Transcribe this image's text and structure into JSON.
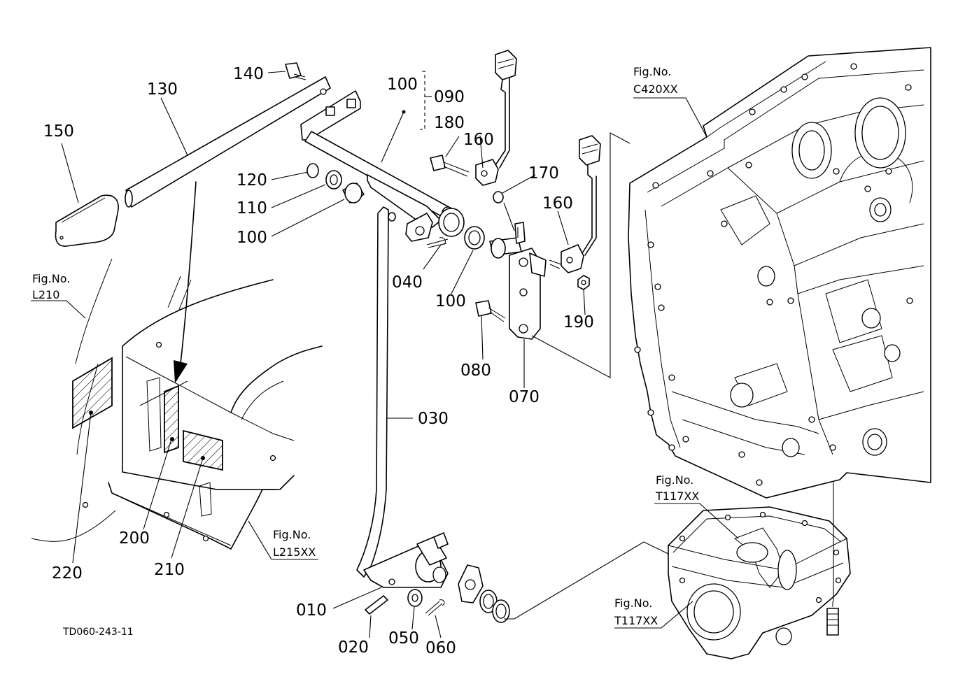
{
  "callouts": {
    "c010": "010",
    "c020": "020",
    "c030": "030",
    "c040": "040",
    "c050": "050",
    "c060": "060",
    "c070": "070",
    "c080": "080",
    "c090": "090",
    "c100a": "100",
    "c100b": "100",
    "c100c": "100",
    "c110": "110",
    "c120": "120",
    "c130": "130",
    "c140": "140",
    "c150": "150",
    "c160a": "160",
    "c160b": "160",
    "c170": "170",
    "c180": "180",
    "c190": "190",
    "c200": "200",
    "c210": "210",
    "c220": "220"
  },
  "figure_refs": {
    "c420": {
      "label": "Fig.No.",
      "code": "C420XX"
    },
    "l210": {
      "label": "Fig.No.",
      "code": "L210"
    },
    "l215": {
      "label": "Fig.No.",
      "code": "L215XX"
    },
    "t117a": {
      "label": "Fig.No.",
      "code": "T117XX"
    },
    "t117b": {
      "label": "Fig.No.",
      "code": "T117XX"
    }
  },
  "drawing_code": "TD060-243-11"
}
